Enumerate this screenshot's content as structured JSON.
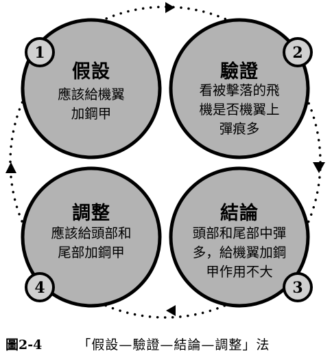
{
  "colors": {
    "circle_fill": "#b3b3b3",
    "circle_stroke": "#000000",
    "badge_fill": "#d0d0d0",
    "text": "#000000",
    "background": "#ffffff"
  },
  "stages": [
    {
      "number": "1",
      "title": "假設",
      "description": "應該給機翼\n加鋼甲"
    },
    {
      "number": "2",
      "title": "驗證",
      "description": "看被擊落的飛\n機是否機翼上\n彈痕多"
    },
    {
      "number": "3",
      "title": "結論",
      "description": "頭部和尾部中彈\n多，給機翼加鋼\n甲作用不大"
    },
    {
      "number": "4",
      "title": "調整",
      "description": "應該給頭部和\n尾部加鋼甲"
    }
  ],
  "caption": {
    "label": "圖2-4",
    "text": "「假設—驗證—結論—調整」法"
  }
}
